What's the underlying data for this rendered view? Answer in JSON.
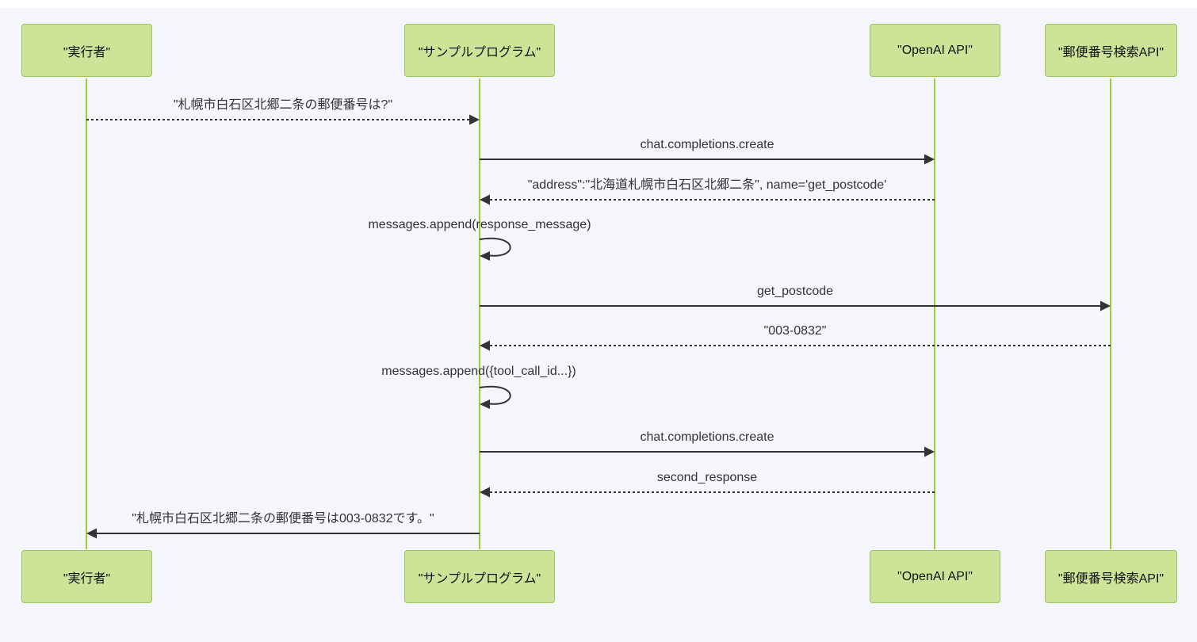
{
  "diagram": {
    "type": "sequence-diagram",
    "colors": {
      "page_background": "#ffffff",
      "diagram_background": "#f4f6fc",
      "actor_fill": "#cde498",
      "actor_border": "#9cc35f",
      "lifeline": "#9acd32",
      "signal_line": "#333333",
      "text": "#333333"
    },
    "actors": [
      {
        "id": "executor",
        "label": "\"実行者\""
      },
      {
        "id": "sample-program",
        "label": "\"サンプルプログラム\""
      },
      {
        "id": "openai-api",
        "label": "\"OpenAI API\""
      },
      {
        "id": "postcode-api",
        "label": "\"郵便番号検索API\""
      }
    ],
    "messages": [
      {
        "label": "\"札幌市白石区北郷二条の郵便番号は?\"",
        "from": "executor",
        "to": "sample-program",
        "line": "dashed"
      },
      {
        "label": "chat.completions.create",
        "from": "sample-program",
        "to": "openai-api",
        "line": "solid"
      },
      {
        "label": "\"address\":\"北海道札幌市白石区北郷二条\", name='get_postcode'",
        "from": "openai-api",
        "to": "sample-program",
        "line": "dashed"
      },
      {
        "label": "messages.append(response_message)",
        "from": "sample-program",
        "to": "sample-program",
        "line": "self-loop"
      },
      {
        "label": "get_postcode",
        "from": "sample-program",
        "to": "postcode-api",
        "line": "solid"
      },
      {
        "label": "\"003-0832\"",
        "from": "postcode-api",
        "to": "sample-program",
        "line": "dashed"
      },
      {
        "label": "messages.append({tool_call_id...})",
        "from": "sample-program",
        "to": "sample-program",
        "line": "self-loop"
      },
      {
        "label": "chat.completions.create",
        "from": "sample-program",
        "to": "openai-api",
        "line": "solid"
      },
      {
        "label": "second_response",
        "from": "openai-api",
        "to": "sample-program",
        "line": "dashed"
      },
      {
        "label": "\"札幌市白石区北郷二条の郵便番号は003-0832です。\"",
        "from": "sample-program",
        "to": "executor",
        "line": "solid"
      }
    ]
  }
}
